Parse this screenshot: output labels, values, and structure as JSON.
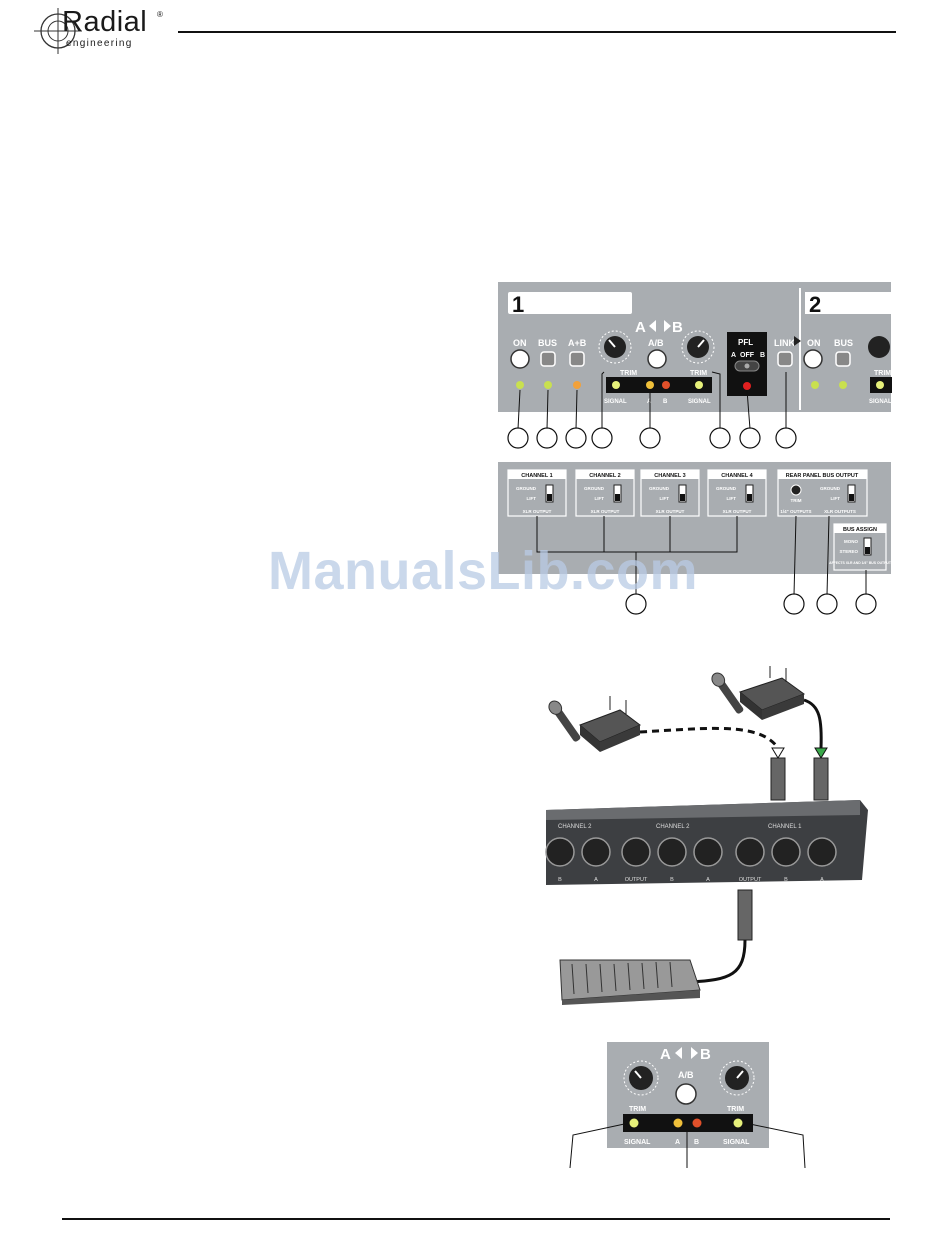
{
  "logo": {
    "brand": "Radial",
    "sub": "engineering",
    "registered": "®"
  },
  "watermark": "ManualsLib.com",
  "front_panel": {
    "channel1_number": "1",
    "channel2_number": "2",
    "ab_header_a": "A",
    "ab_header_b": "B",
    "on_label": "ON",
    "bus_label": "BUS",
    "aplusb_label": "A+B",
    "ab_button_label": "A/B",
    "trim_label": "TRIM",
    "pfl_label": "PFL",
    "pfl_a": "A",
    "pfl_off": "OFF",
    "pfl_b": "B",
    "link_label": "LINK",
    "signal_label": "SIGNAL",
    "a_label": "A",
    "b_label": "B",
    "ch2_on_label": "ON",
    "ch2_bus_label": "BUS",
    "ch2_trim_label": "TRIM",
    "ch2_signal_label": "SIGNAL"
  },
  "rear_panel": {
    "channels": [
      {
        "title": "CHANNEL 1",
        "ground": "GROUND",
        "lift": "LIFT",
        "output": "XLR OUTPUT"
      },
      {
        "title": "CHANNEL 2",
        "ground": "GROUND",
        "lift": "LIFT",
        "output": "XLR OUTPUT"
      },
      {
        "title": "CHANNEL 3",
        "ground": "GROUND",
        "lift": "LIFT",
        "output": "XLR OUTPUT"
      },
      {
        "title": "CHANNEL 4",
        "ground": "GROUND",
        "lift": "LIFT",
        "output": "XLR OUTPUT"
      }
    ],
    "bus_title": "REAR PANEL BUS OUTPUT",
    "bus_trim": "TRIM",
    "bus_ground": "GROUND",
    "bus_lift": "LIFT",
    "bus_out_left": "1/4\" OUTPUTS",
    "bus_out_right": "XLR OUTPUTS",
    "assign_title": "BUS ASSIGN",
    "assign_mono": "MONO",
    "assign_stereo": "STEREO",
    "assign_note": "AFFECTS XLR AND 1/4\" BUS OUTPUT"
  },
  "hookup": {
    "strip_labels": [
      "CHANNEL 2",
      "CHANNEL 2",
      "CHANNEL 1"
    ],
    "jack_labels": [
      "B",
      "A",
      "OUTPUT",
      "B",
      "A",
      "OUTPUT",
      "B",
      "A"
    ]
  },
  "detail": {
    "a_label": "A",
    "b_label": "B",
    "ab_button": "A/B",
    "trim_left": "TRIM",
    "trim_right": "TRIM",
    "signal_left": "SIGNAL",
    "signal_right": "SIGNAL",
    "led_a": "A",
    "led_b": "B"
  }
}
